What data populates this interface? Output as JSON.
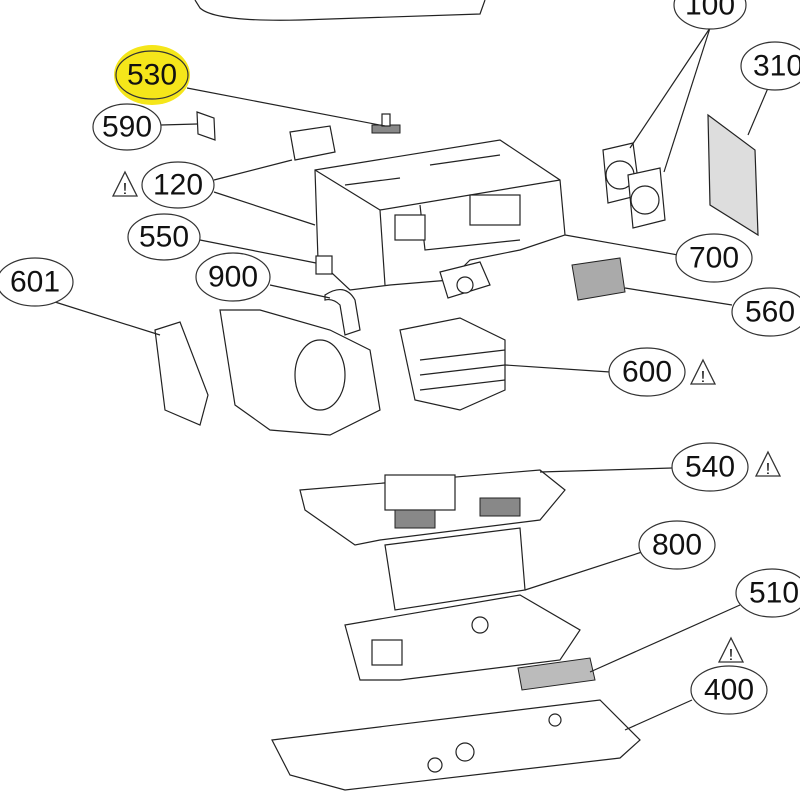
{
  "title": "Exploded parts diagram",
  "highlight_color": "#f5e61a",
  "callouts": [
    {
      "id": "100",
      "label": "100"
    },
    {
      "id": "310",
      "label": "310"
    },
    {
      "id": "530",
      "label": "530",
      "highlighted": true
    },
    {
      "id": "590",
      "label": "590"
    },
    {
      "id": "120",
      "label": "120",
      "warning": true
    },
    {
      "id": "550",
      "label": "550"
    },
    {
      "id": "700",
      "label": "700"
    },
    {
      "id": "601",
      "label": "601"
    },
    {
      "id": "900",
      "label": "900"
    },
    {
      "id": "560",
      "label": "560"
    },
    {
      "id": "600",
      "label": "600",
      "warning": true
    },
    {
      "id": "540",
      "label": "540",
      "warning": true
    },
    {
      "id": "800",
      "label": "800"
    },
    {
      "id": "510",
      "label": "510",
      "warning": true
    },
    {
      "id": "400",
      "label": "400"
    }
  ],
  "warning_symbol": "!"
}
